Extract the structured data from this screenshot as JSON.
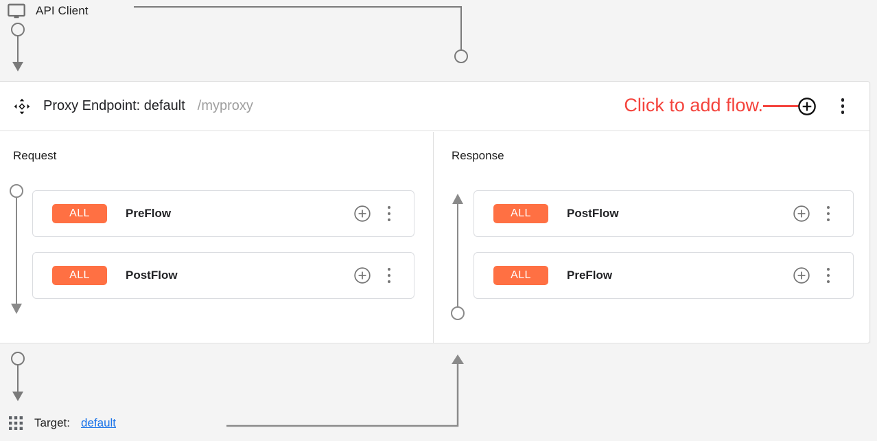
{
  "client": {
    "icon": "monitor-icon",
    "label": "API Client"
  },
  "proxy": {
    "icon": "move-handle-icon",
    "title": "Proxy Endpoint: default",
    "basepath": "/myproxy",
    "add_flow_hint": "Click to add flow.",
    "add_icon": "plus-circle-icon",
    "menu_icon": "kebab-menu-icon"
  },
  "columns": [
    {
      "title": "Request",
      "direction": "down",
      "flows": [
        {
          "badge": "ALL",
          "name": "PreFlow",
          "add_icon": "plus-circle-icon",
          "menu_icon": "kebab-menu-icon"
        },
        {
          "badge": "ALL",
          "name": "PostFlow",
          "add_icon": "plus-circle-icon",
          "menu_icon": "kebab-menu-icon"
        }
      ]
    },
    {
      "title": "Response",
      "direction": "up",
      "flows": [
        {
          "badge": "ALL",
          "name": "PostFlow",
          "add_icon": "plus-circle-icon",
          "menu_icon": "kebab-menu-icon"
        },
        {
          "badge": "ALL",
          "name": "PreFlow",
          "add_icon": "plus-circle-icon",
          "menu_icon": "kebab-menu-icon"
        }
      ]
    }
  ],
  "target": {
    "icon": "grid-apps-icon",
    "label": "Target:",
    "link": "default"
  },
  "colors": {
    "badge": "#ff7043",
    "hint": "#f4433c",
    "link": "#1a73e8",
    "connector": "#7a7a7a",
    "panel_bg": "#ffffff",
    "canvas_bg": "#f4f4f4"
  }
}
